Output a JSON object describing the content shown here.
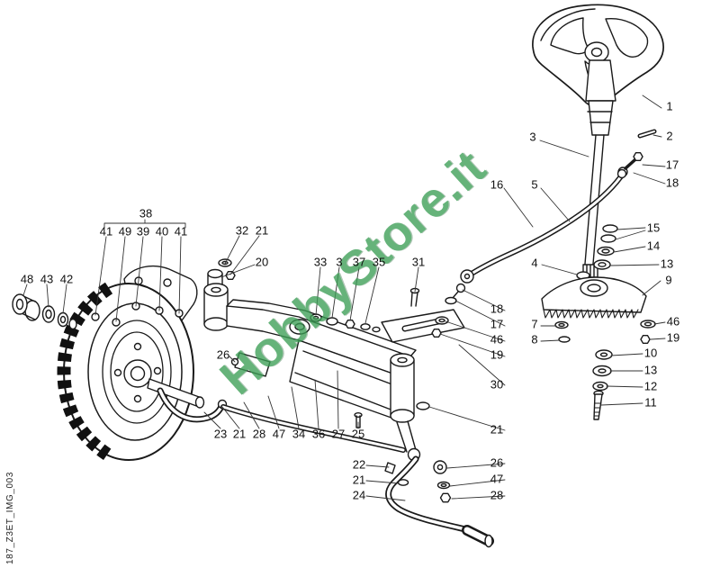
{
  "page": {
    "watermark": "HobbyStore.it",
    "figure_code": "187_Z3ET_IMG_003",
    "colors": {
      "watermark": "#3c9e55",
      "line": "#1a1a1a",
      "background": "#ffffff"
    }
  },
  "callouts": {
    "c01": "1",
    "c02": "2",
    "c03": "3",
    "c04": "17",
    "c05": "18",
    "c06": "16",
    "c07": "5",
    "c08": "15",
    "c09": "14",
    "c10": "13",
    "c11": "4",
    "c12": "9",
    "c13": "18",
    "c14": "17",
    "c15": "46",
    "c16": "7",
    "c17": "8",
    "c18": "46",
    "c19": "19",
    "c20": "19",
    "c21": "10",
    "c22": "30",
    "c23": "13",
    "c24": "12",
    "c25": "11",
    "c26": "21",
    "c27": "26",
    "c28": "47",
    "c29": "28",
    "c30": "38",
    "c31": "41",
    "c32": "49",
    "c33": "39",
    "c34": "40",
    "c35": "41",
    "c36": "32",
    "c37": "21",
    "c38": "48",
    "c39": "43",
    "c40": "42",
    "c41": "20",
    "c42": "33",
    "c43": "3",
    "c44": "37",
    "c45": "35",
    "c46": "31",
    "c47": "26",
    "c48": "23",
    "c49": "21",
    "c50": "28",
    "c51": "47",
    "c52": "34",
    "c53": "36",
    "c54": "27",
    "c55": "25",
    "c56": "22",
    "c57": "21",
    "c58": "24"
  }
}
